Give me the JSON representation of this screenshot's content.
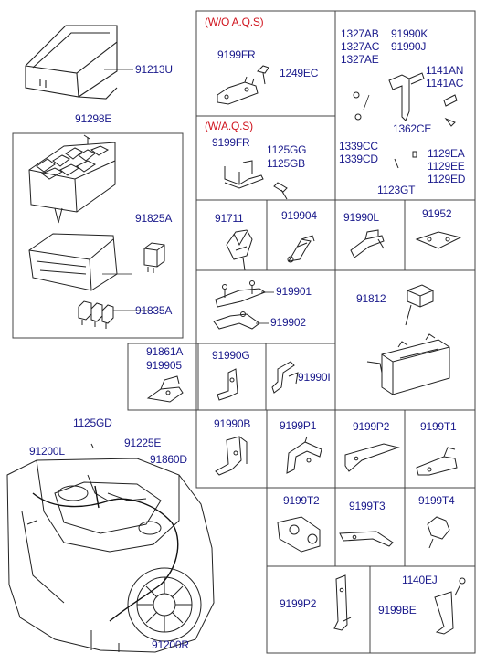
{
  "labels": {
    "p91213U": "91213U",
    "p91298E": "91298E",
    "p91825A": "91825A",
    "p91835A": "91835A",
    "woAqs": "(W/O A.Q.S)",
    "waAqs": "(W/A.Q.S)",
    "p9199FR_a": "9199FR",
    "p1249EC": "1249EC",
    "p9199FR_b": "9199FR",
    "p1125GG": "1125GG",
    "p1125GB": "1125GB",
    "p1327AB": "1327AB",
    "p1327AC": "1327AC",
    "p1327AE": "1327AE",
    "p91990K": "91990K",
    "p91990J": "91990J",
    "p1141AN": "1141AN",
    "p1141AC": "1141AC",
    "p1362CE": "1362CE",
    "p1339CC": "1339CC",
    "p1339CD": "1339CD",
    "p1129EA": "1129EA",
    "p1129EE": "1129EE",
    "p1129ED": "1129ED",
    "p1123GT": "1123GT",
    "p91711": "91711",
    "p919904": "919904",
    "p91990L": "91990L",
    "p91952": "91952",
    "p919901": "919901",
    "p919902": "919902",
    "p91812": "91812",
    "p91861A": "91861A",
    "p919905": "919905",
    "p91990G": "91990G",
    "p91990I": "91990I",
    "p1125GD": "1125GD",
    "p91200L": "91200L",
    "p91225E": "91225E",
    "p91860D": "91860D",
    "p91200R": "91200R",
    "p91990B": "91990B",
    "p9199P1": "9199P1",
    "p9199P2_a": "9199P2",
    "p9199T1": "9199T1",
    "p9199T2": "9199T2",
    "p9199T3": "9199T3",
    "p9199T4": "9199T4",
    "p9199P2_b": "9199P2",
    "p1140EJ": "1140EJ",
    "p9199BE": "9199BE"
  },
  "colors": {
    "label": "#1a1a8c",
    "variant_note": "#d0141e",
    "line": "#1a1a1a"
  }
}
